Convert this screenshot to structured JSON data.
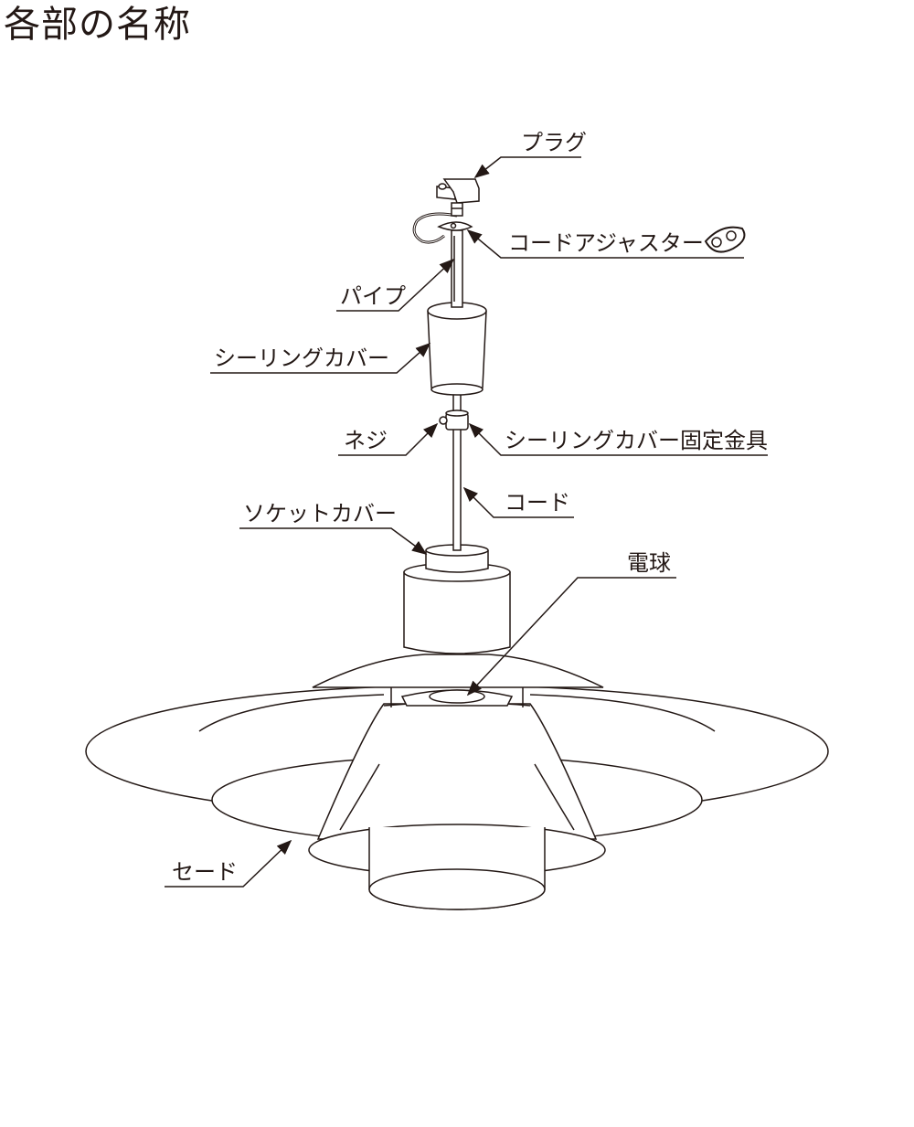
{
  "title": "各部の名称",
  "colors": {
    "line": "#231815",
    "background": "#ffffff"
  },
  "labels": {
    "plug": "プラグ",
    "cord_adjuster": "コードアジャスター",
    "pipe": "パイプ",
    "ceiling_cover": "シーリングカバー",
    "screw": "ネジ",
    "ceiling_cover_bracket": "シーリングカバー固定金具",
    "cord": "コード",
    "socket_cover": "ソケットカバー",
    "bulb": "電球",
    "shade": "セード"
  }
}
